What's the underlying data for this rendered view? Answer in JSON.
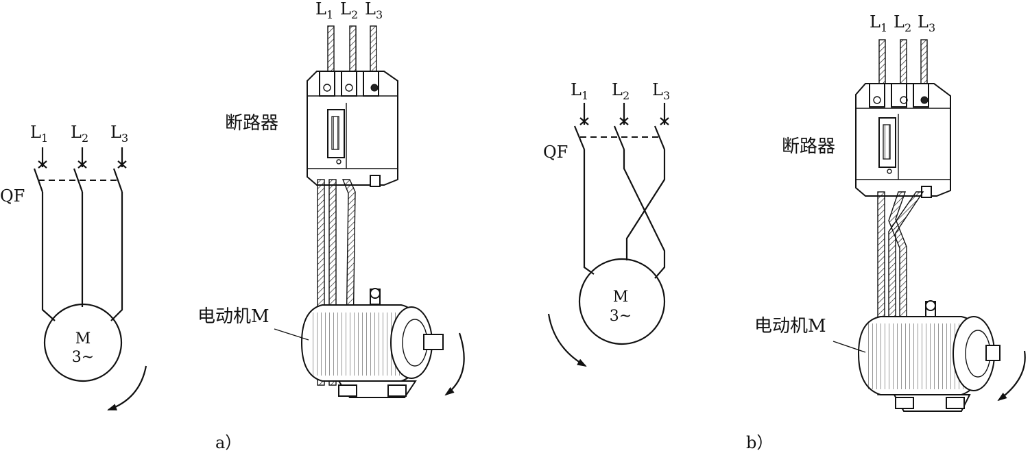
{
  "figure_a": {
    "schematic": {
      "phases": [
        "L",
        "L",
        "L"
      ],
      "subs": [
        "1",
        "2",
        "3"
      ],
      "breaker_label": "QF",
      "motor_label": "M",
      "motor_sub": "3~"
    },
    "drawing": {
      "phases": [
        "L",
        "L",
        "L"
      ],
      "subs": [
        "1",
        "2",
        "3"
      ],
      "breaker_name": "断路器",
      "motor_name": "电动机M"
    },
    "caption": "a）"
  },
  "figure_b": {
    "schematic": {
      "phases": [
        "L",
        "L",
        "L"
      ],
      "subs": [
        "1",
        "2",
        "3"
      ],
      "breaker_label": "QF",
      "motor_label": "M",
      "motor_sub": "3~"
    },
    "drawing": {
      "phases": [
        "L",
        "L",
        "L"
      ],
      "subs": [
        "1",
        "2",
        "3"
      ],
      "breaker_name": "断路器",
      "motor_name": "电动机M"
    },
    "caption": "b）"
  }
}
